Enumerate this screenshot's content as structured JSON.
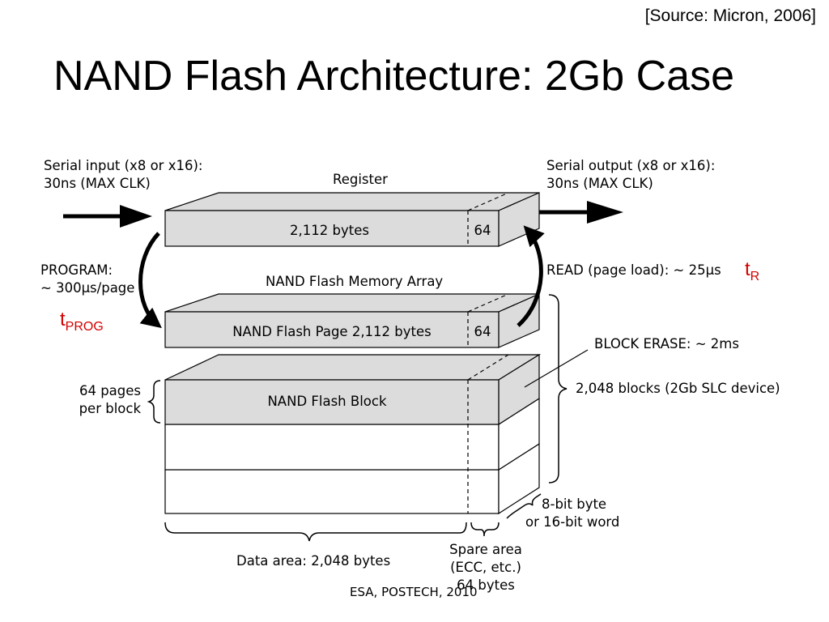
{
  "source": "[Source: Micron, 2006]",
  "title": "NAND Flash Architecture: 2Gb Case",
  "serial_input": [
    "Serial input (x8 or x16):",
    "30ns (MAX CLK)"
  ],
  "serial_output": [
    "Serial output (x8 or x16):",
    "30ns (MAX CLK)"
  ],
  "register_label": "Register",
  "register_bytes": "2,112 bytes",
  "register_spare": "64",
  "program": [
    "PROGRAM:",
    "~ 300μs/page"
  ],
  "t_prog": {
    "base": "t",
    "sub": "PROG"
  },
  "read_label": "READ (page load): ~ 25μs",
  "t_r": {
    "base": "t",
    "sub": "R"
  },
  "array_label": "NAND Flash Memory Array",
  "page_label": "NAND Flash Page 2,112 bytes",
  "page_spare": "64",
  "block_erase": "BLOCK ERASE: ~ 2ms",
  "pages_per_block": [
    "64 pages",
    "per block"
  ],
  "block_label": "NAND Flash Block",
  "blocks_count": "2,048 blocks (2Gb SLC device)",
  "word_size": [
    "8-bit byte",
    "or 16-bit word"
  ],
  "data_area": "Data area: 2,048 bytes",
  "spare_area": [
    "Spare area",
    "(ECC, etc.)",
    "64 bytes"
  ],
  "footer": "ESA, POSTECH, 2010",
  "colors": {
    "box_fill": "#dcdcdc",
    "accent_red": "#d40000"
  }
}
